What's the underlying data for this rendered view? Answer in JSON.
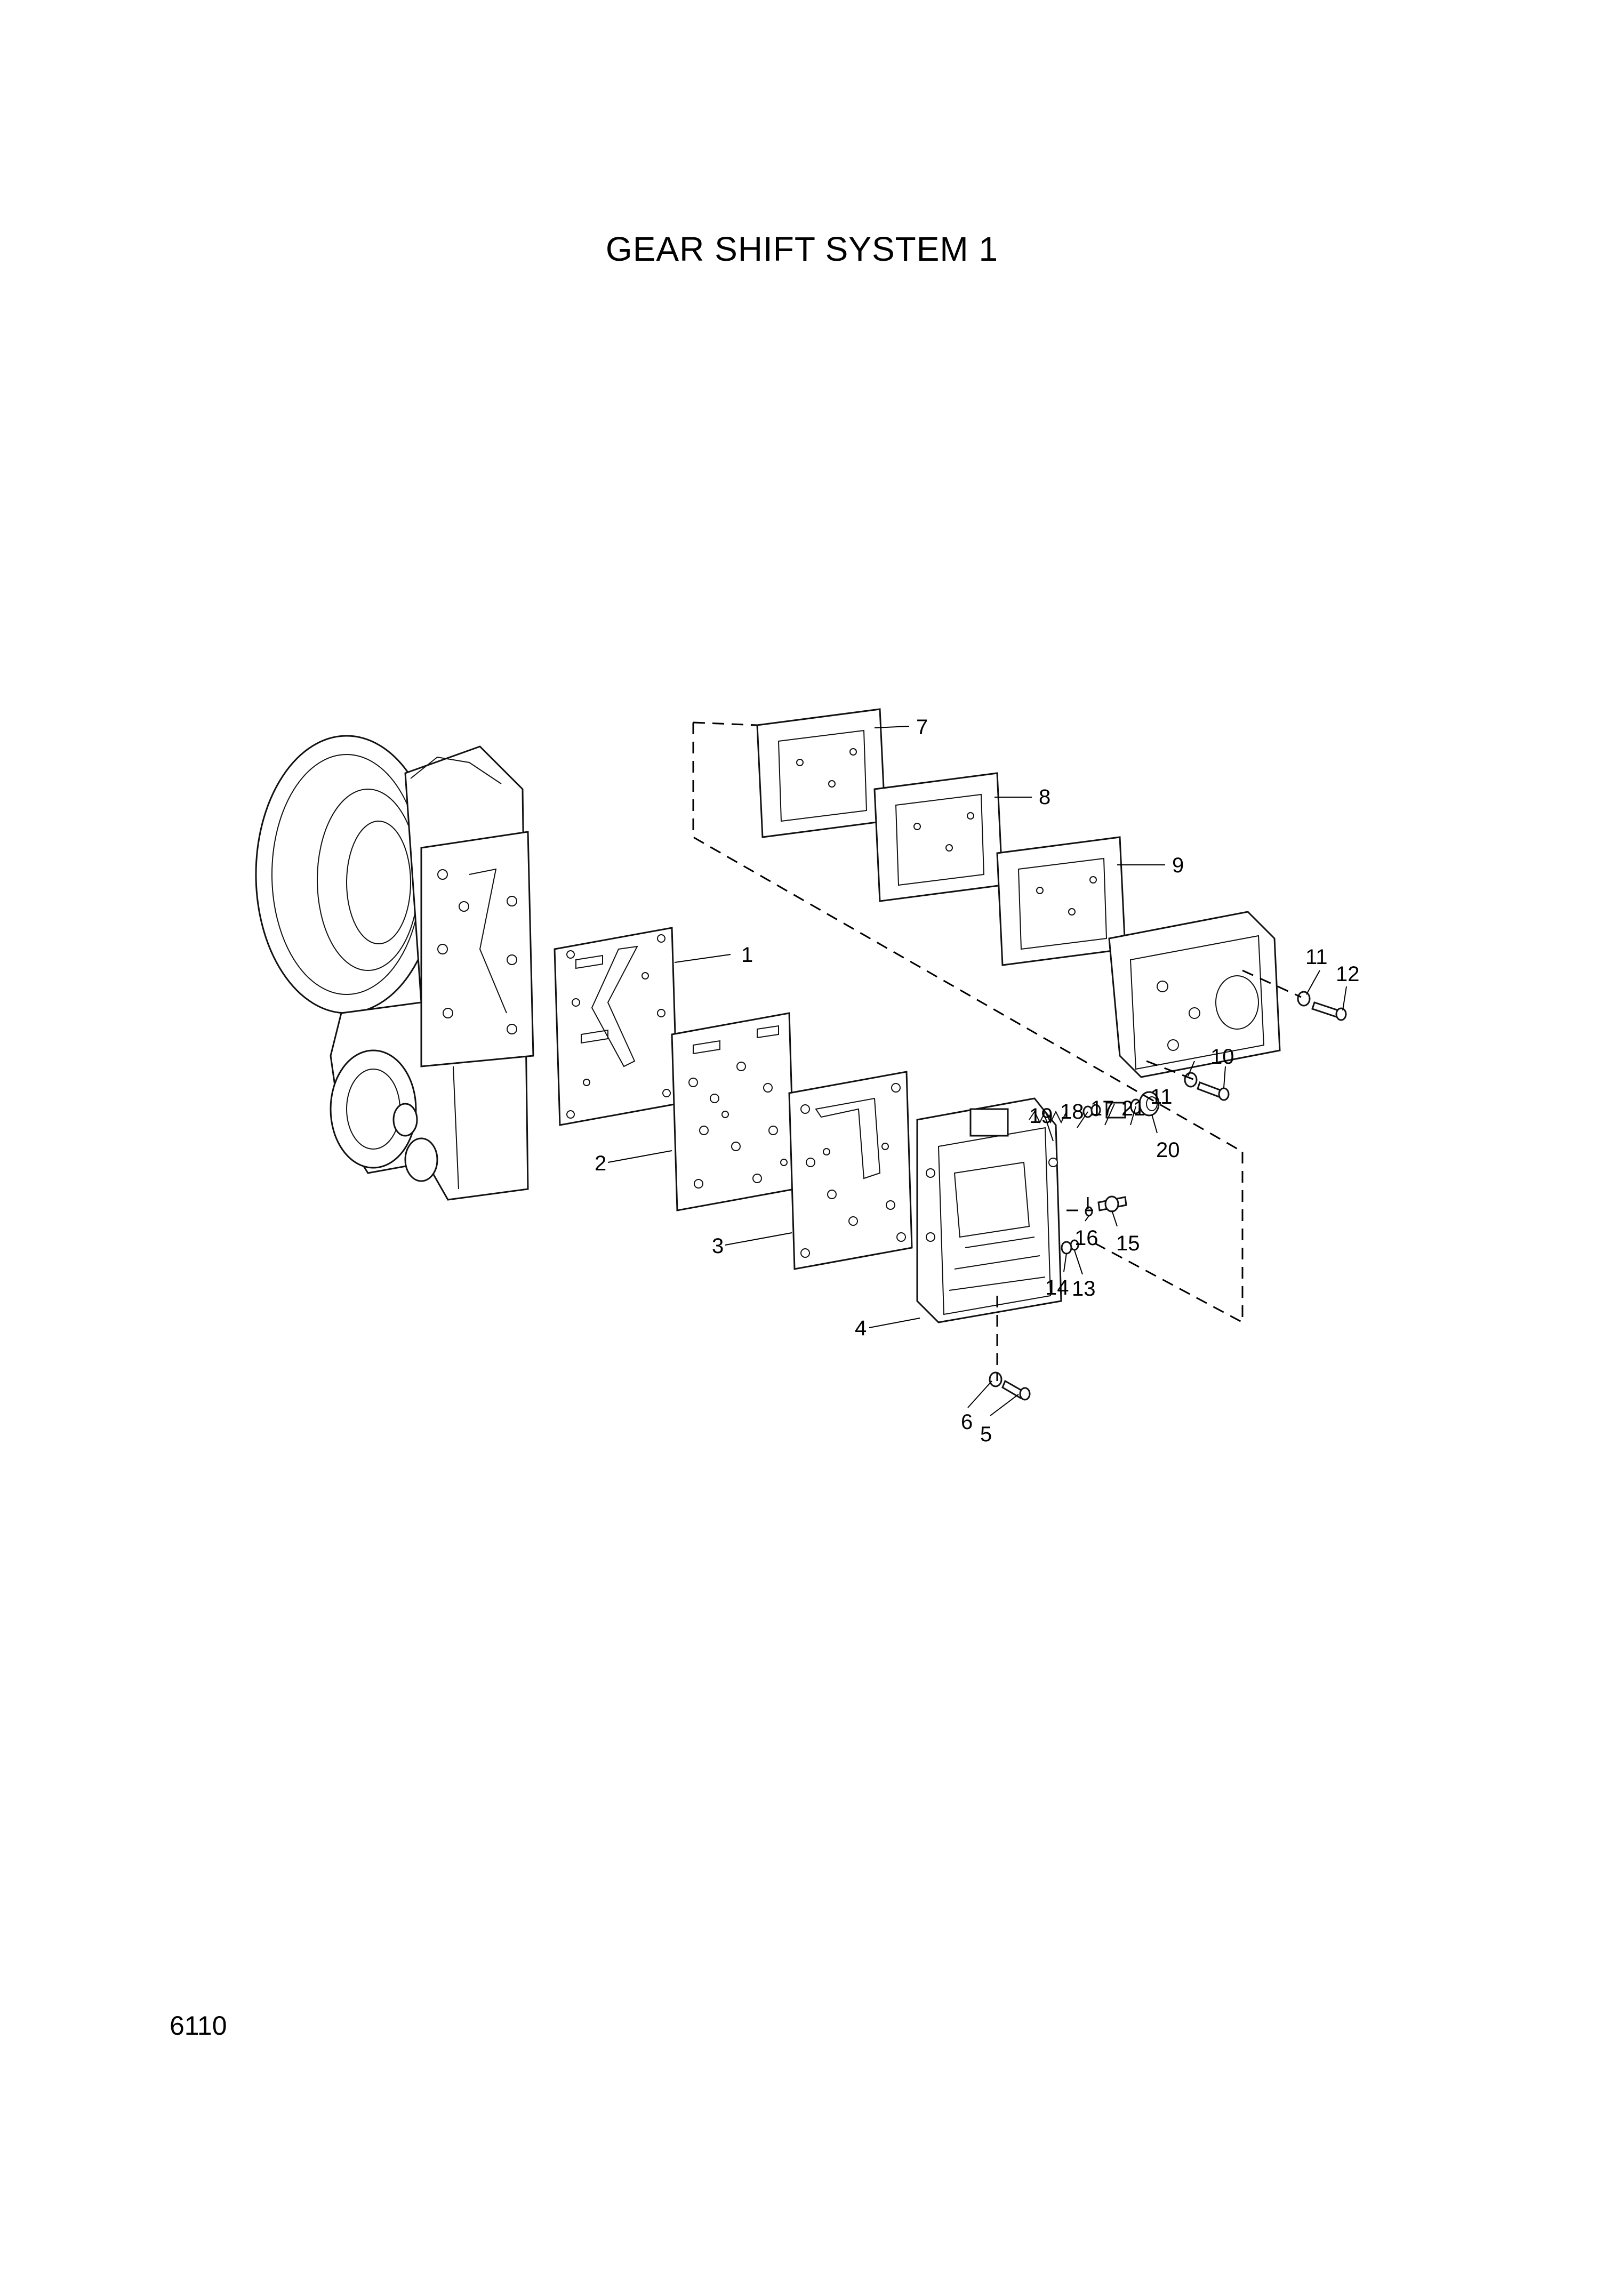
{
  "title": "GEAR SHIFT SYSTEM 1",
  "page_number": "6110",
  "callouts": [
    "1",
    "2",
    "3",
    "4",
    "5",
    "6",
    "7",
    "8",
    "9",
    "10",
    "11",
    "11",
    "12",
    "13",
    "14",
    "15",
    "16",
    "17",
    "18",
    "19",
    "20",
    "21"
  ]
}
